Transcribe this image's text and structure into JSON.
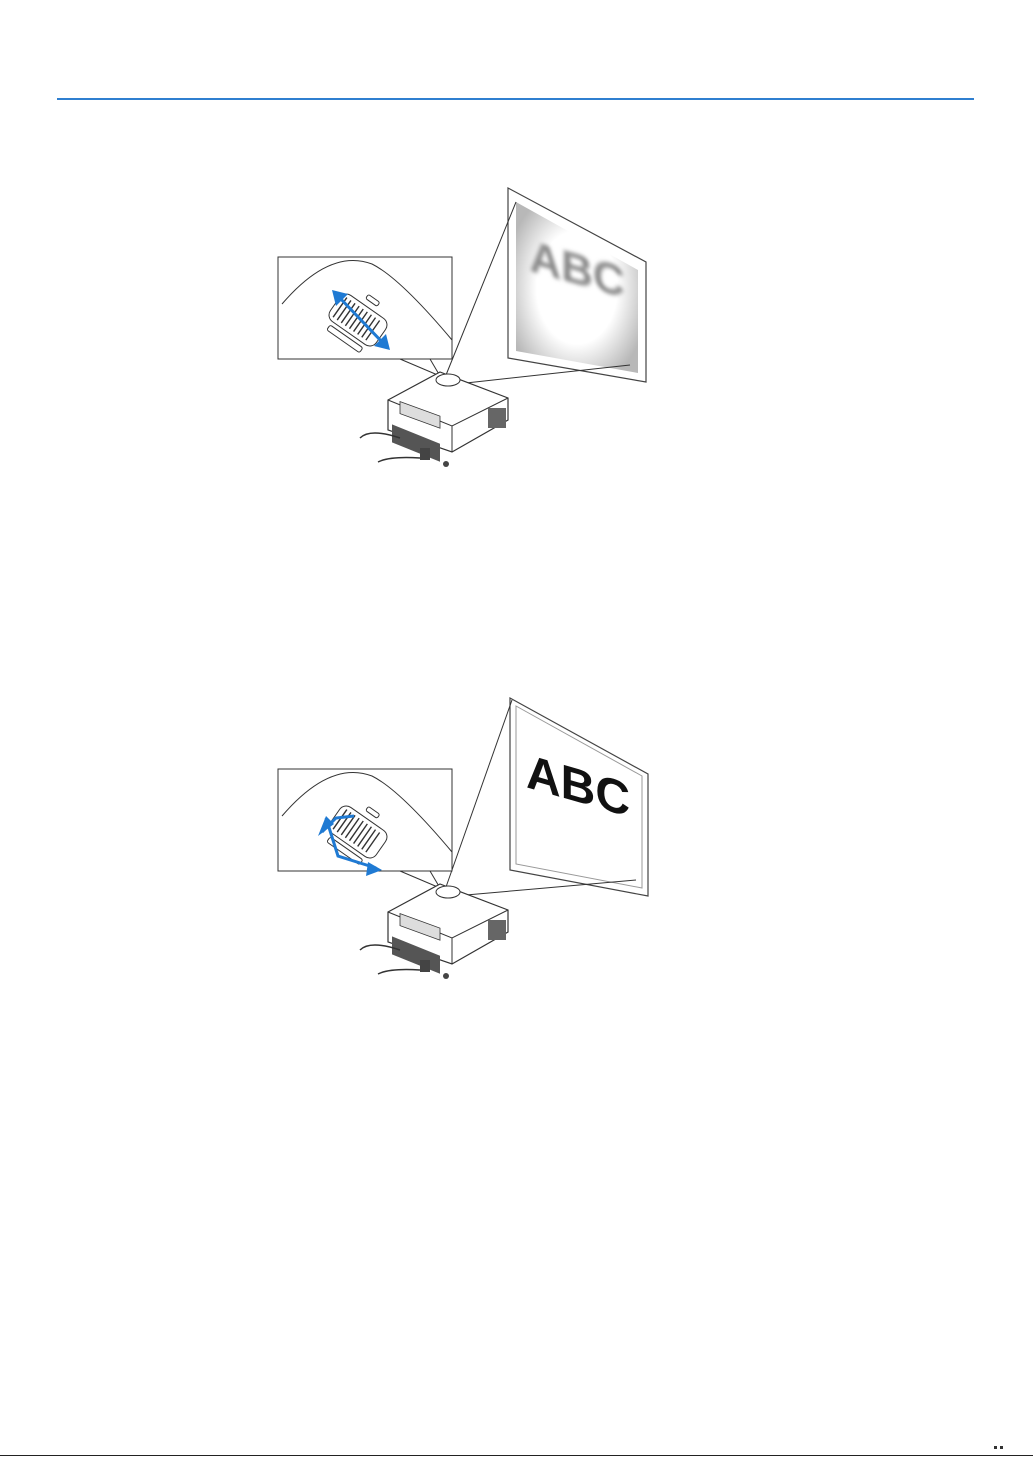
{
  "figures": [
    {
      "screen_text": "ABC",
      "state": "out-of-focus"
    },
    {
      "screen_text": "ABC",
      "state": "in-focus"
    }
  ],
  "colors": {
    "accent": "#2f7fd0",
    "arrow": "#1f7ad3",
    "blurred_text": "#888888",
    "sharp_text": "#111111"
  }
}
